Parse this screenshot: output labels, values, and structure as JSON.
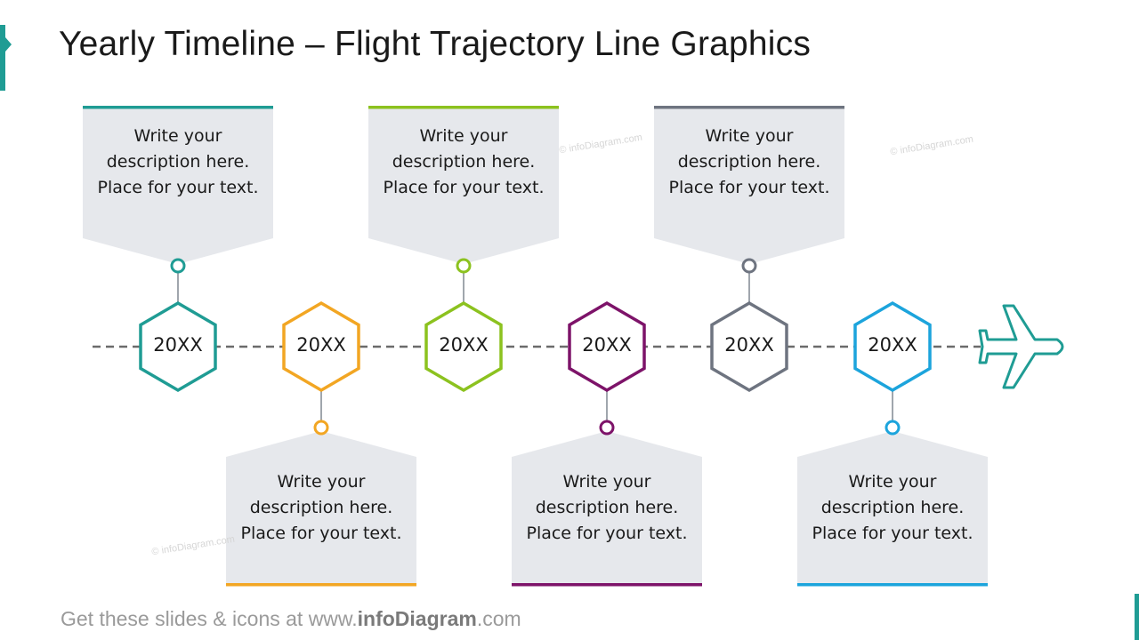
{
  "title": "Yearly Timeline – Flight Trajectory Line Graphics",
  "footer": {
    "prefix": "Get these slides & icons at www.",
    "brand": "infoDiagram",
    "suffix": ".com"
  },
  "watermark_text": "© infoDiagram.com",
  "icon": "airplane-icon",
  "colors": {
    "accent": "#1f9c94",
    "track": "#6b6b6b",
    "box": "#e6e8ec",
    "connector": "#a0a6ad"
  },
  "milestones": [
    {
      "year": "20XX",
      "position": "top",
      "color": "#1f9c94",
      "text": "Write your description here. Place for your text."
    },
    {
      "year": "20XX",
      "position": "bottom",
      "color": "#f2a623",
      "text": "Write your description here. Place for your text."
    },
    {
      "year": "20XX",
      "position": "top",
      "color": "#8cc21f",
      "text": "Write your description here. Place for your text."
    },
    {
      "year": "20XX",
      "position": "bottom",
      "color": "#7d1369",
      "text": "Write your description here. Place for your text."
    },
    {
      "year": "20XX",
      "position": "top",
      "color": "#6e7480",
      "text": "Write your description here. Place for your text."
    },
    {
      "year": "20XX",
      "position": "bottom",
      "color": "#1ca4dc",
      "text": "Write your description here. Place for your text."
    }
  ]
}
